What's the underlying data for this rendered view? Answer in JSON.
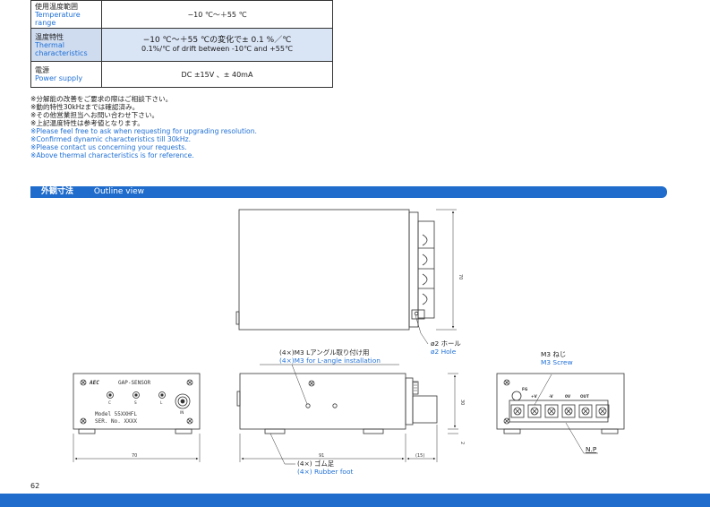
{
  "specs": {
    "rows": [
      {
        "label_jp": "使用温度範囲",
        "label_en": "Temperature range",
        "value": "−10 ℃〜＋55 ℃",
        "value2": ""
      },
      {
        "label_jp": "温度特性",
        "label_en": "Thermal characteristics",
        "value": "−10 ℃〜＋55 ℃の変化で± 0.1 %／℃",
        "value2": "0.1%/℃ of drift between -10℃ and +55℃"
      },
      {
        "label_jp": "電源",
        "label_en": "Power supply",
        "value": "DC ±15V 、± 40mA",
        "value2": ""
      }
    ]
  },
  "notes": {
    "jp": [
      "※分解能の改善をご要求の際はご相談下さい。",
      "※動的特性30kHzまでは確認済み。",
      "※その他営業担当へお問い合わせ下さい。",
      "※上記温度特性は参考値となります。"
    ],
    "en": [
      "※Please feel free to ask when requesting for upgrading resolution.",
      "※Confirmed dynamic characteristics till 30kHz.",
      "※Please contact us concerning your requests.",
      "※Above thermal characteristics is for reference."
    ]
  },
  "section": {
    "title_jp": "外観寸法",
    "title_en": "Outline view"
  },
  "drawing": {
    "hole_jp": "ø2 ホール",
    "hole_en": "ø2 Hole",
    "langle_jp": "(4×)M3 Lアングル取り付け用",
    "langle_en": "(4×)M3 for L-angle installation",
    "screw_jp": "M3 ねじ",
    "screw_en": "M3 Screw",
    "foot_jp": "(4×) ゴム足",
    "foot_en": "(4×) Rubber foot",
    "dim_70_side": "70",
    "dim_70_front": "70",
    "dim_91": "91",
    "dim_15": "(15)",
    "dim_30": "30",
    "dim_2": "2",
    "np": "N.P",
    "panel": {
      "brand": "AEC",
      "title": "GAP-SENSOR",
      "model": "Model  55XXHFL",
      "serial": "SER. No. XXXX",
      "conn_labels": [
        "C",
        "S",
        "L",
        "IN"
      ]
    },
    "terminals": [
      "FG",
      "+V",
      "-V",
      "0V",
      "OUT"
    ]
  },
  "page_number": "62"
}
